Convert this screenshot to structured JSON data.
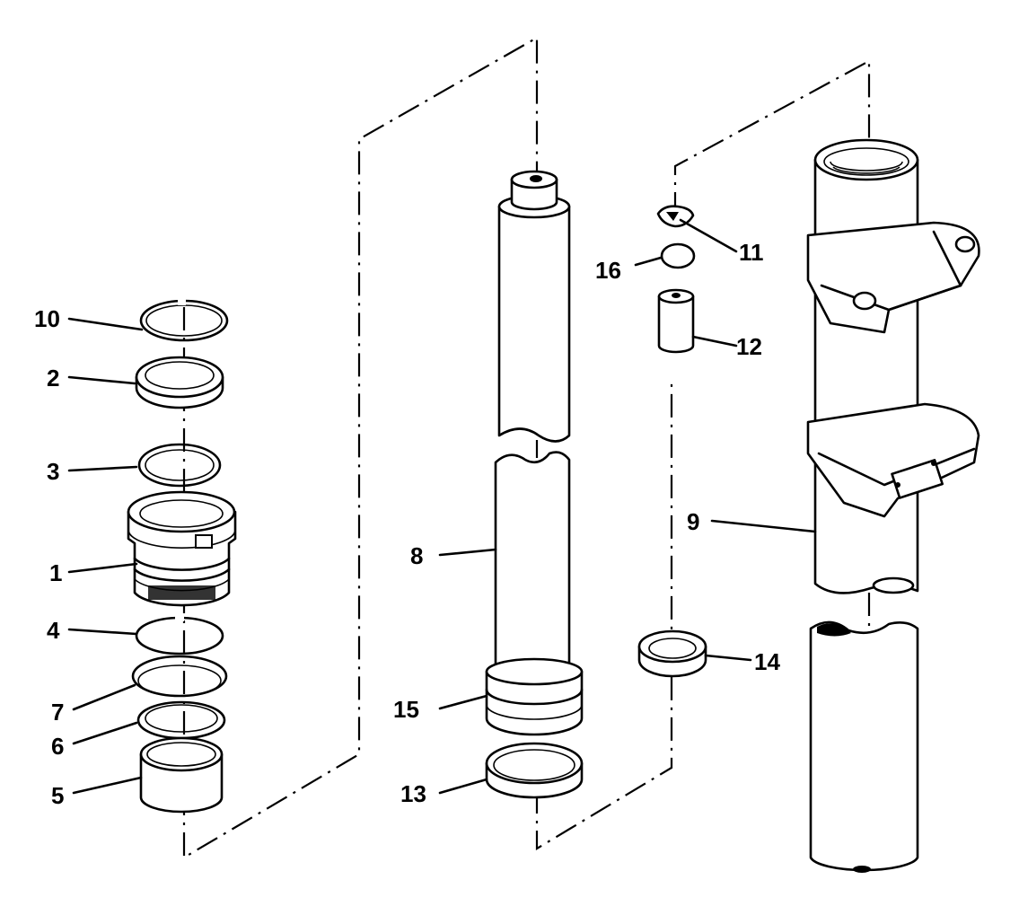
{
  "callouts": [
    {
      "id": "1",
      "label": "1"
    },
    {
      "id": "2",
      "label": "2"
    },
    {
      "id": "3",
      "label": "3"
    },
    {
      "id": "4",
      "label": "4"
    },
    {
      "id": "5",
      "label": "5"
    },
    {
      "id": "6",
      "label": "6"
    },
    {
      "id": "7",
      "label": "7"
    },
    {
      "id": "8",
      "label": "8"
    },
    {
      "id": "9",
      "label": "9"
    },
    {
      "id": "10",
      "label": "10"
    },
    {
      "id": "11",
      "label": "11"
    },
    {
      "id": "12",
      "label": "12"
    },
    {
      "id": "13",
      "label": "13"
    },
    {
      "id": "14",
      "label": "14"
    },
    {
      "id": "15",
      "label": "15"
    },
    {
      "id": "16",
      "label": "16"
    }
  ],
  "colors": {
    "ink": "#000000",
    "paper": "#ffffff"
  }
}
